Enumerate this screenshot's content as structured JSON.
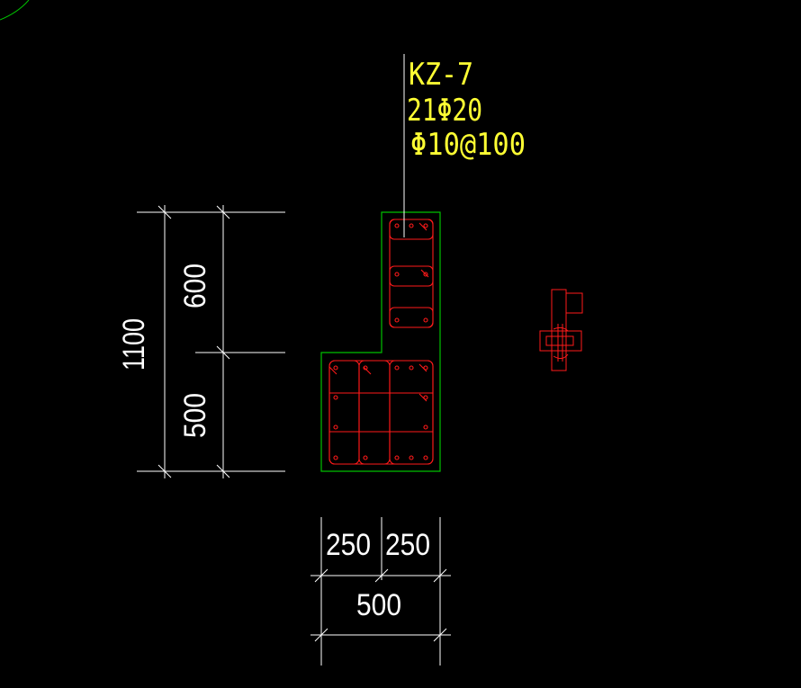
{
  "column": {
    "label": "KZ-7",
    "longitudinal_bars": "21Φ20",
    "stirrups": "Φ10@100"
  },
  "dimensions": {
    "upper_height": "600",
    "lower_height": "500",
    "total_height": "1100",
    "left_width": "250",
    "right_width": "250",
    "total_width": "500"
  },
  "colors": {
    "background": "#000000",
    "outline": "#00c000",
    "rebar": "#ff1a1a",
    "dimension": "#ffffff",
    "label": "#ffff33"
  }
}
